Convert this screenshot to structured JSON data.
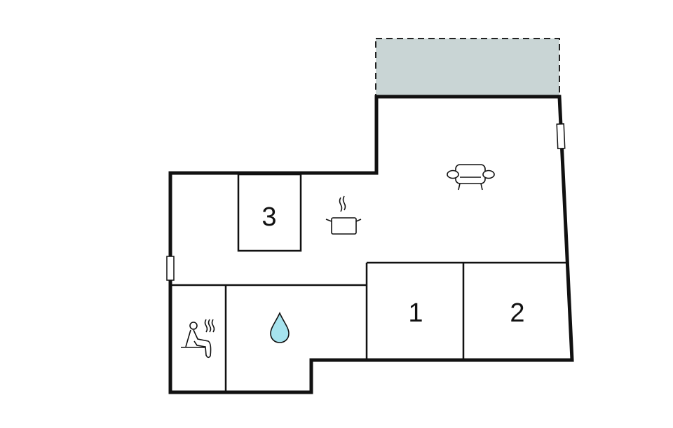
{
  "floorplan": {
    "rooms": [
      {
        "id": "bedroom-3",
        "label": "3"
      },
      {
        "id": "bedroom-1",
        "label": "1"
      },
      {
        "id": "bedroom-2",
        "label": "2"
      }
    ],
    "icons": [
      "kitchen-pot-icon",
      "sofa-icon",
      "sauna-icon",
      "water-drop-icon"
    ],
    "colors": {
      "terrace": "#c9d5d5",
      "wall": "#111111",
      "water": "#a6e3ee"
    }
  }
}
